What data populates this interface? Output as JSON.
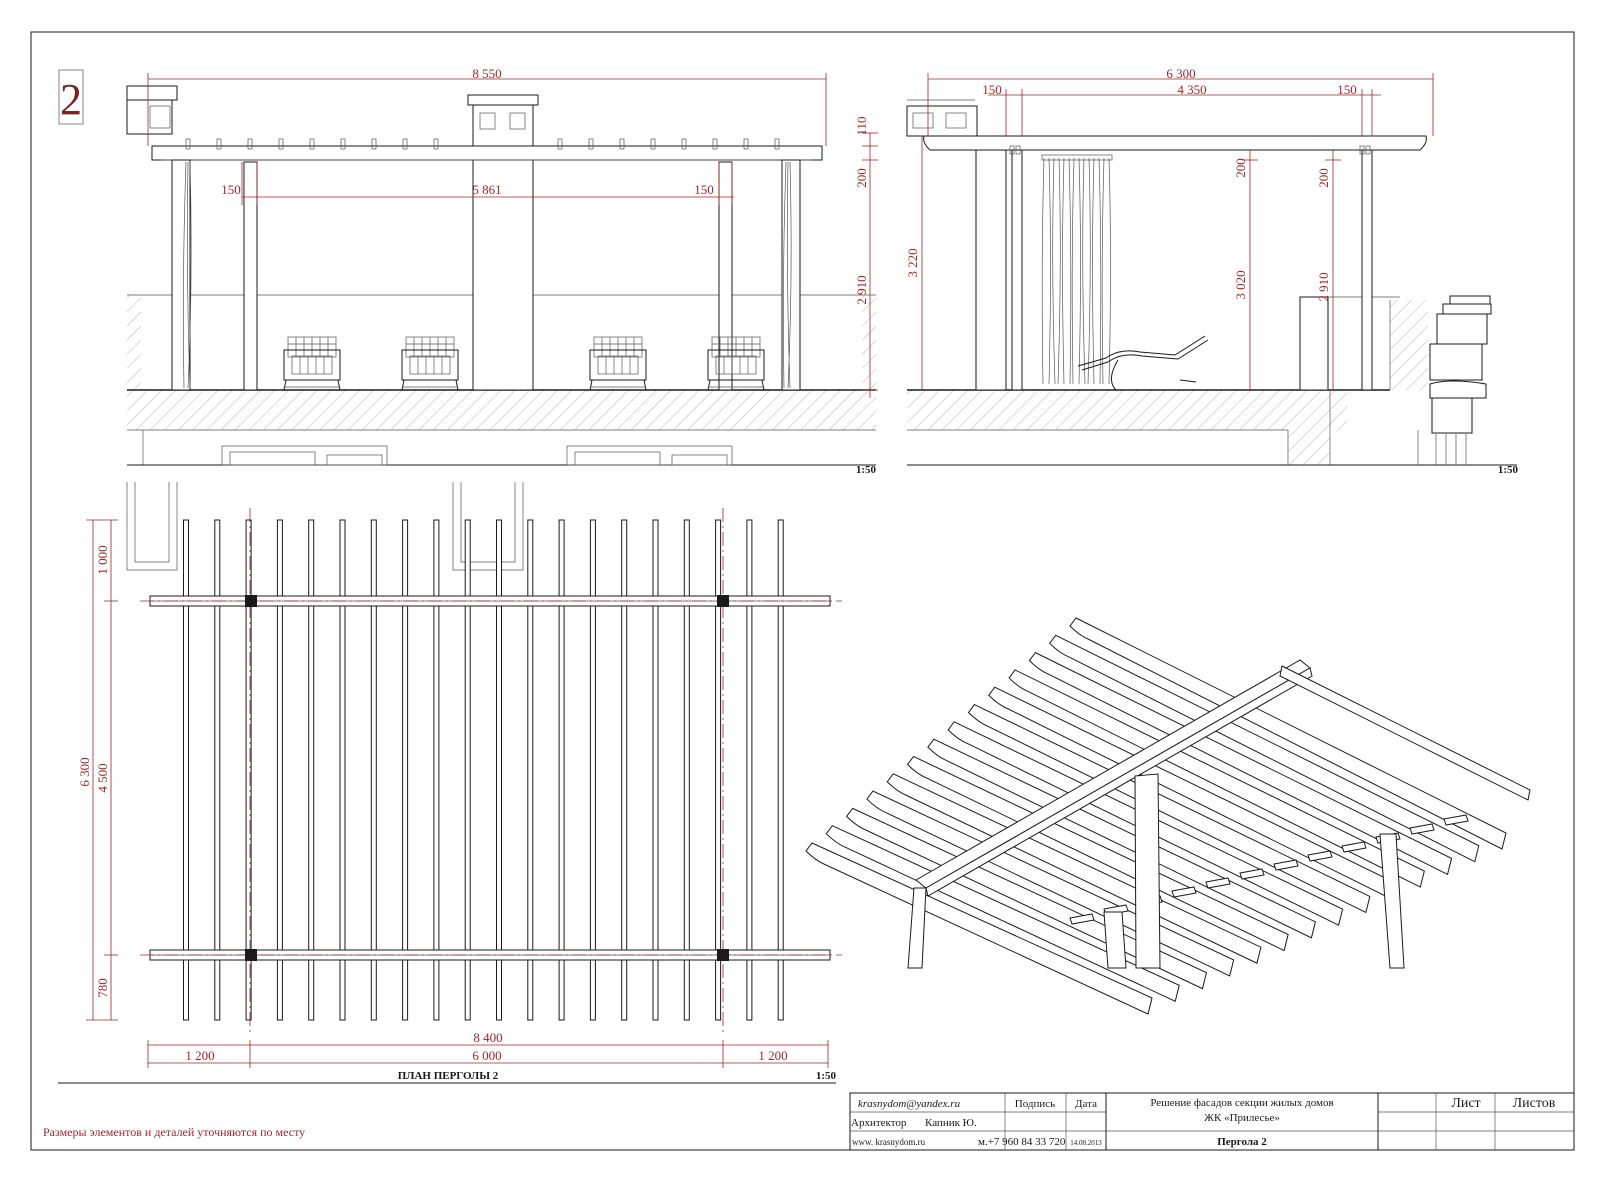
{
  "sheet": {
    "number": "2",
    "note": "Размеры элементов и деталей уточняются по месту"
  },
  "front_elevation": {
    "scale": "1:50",
    "dims": {
      "overall": "8 550",
      "inner": "5 861",
      "left_post": "150",
      "right_post": "150",
      "top_beam": "110",
      "beam_depth": "200",
      "post_height": "2 910"
    }
  },
  "side_elevation": {
    "scale": "1:50",
    "dims": {
      "overall": "6 300",
      "inner": "4 350",
      "left_overhang": "150",
      "right_overhang": "150",
      "total_height": "3 220",
      "beam_a": "200",
      "mid_height": "3 020",
      "beam_b": "200",
      "post_height": "2 910"
    }
  },
  "plan": {
    "title": "ПЛАН ПЕРГОЛЫ 2",
    "scale": "1:50",
    "dims": {
      "overall_width": "8 400",
      "span": "6 000",
      "left_overhang": "1 200",
      "right_overhang": "1 200",
      "top_overhang": "1 000",
      "overall_depth": "6 300",
      "mid_depth": "4 500",
      "bottom_overhang": "780"
    }
  },
  "title_block": {
    "email": "krasnydom@yandex.ru",
    "signature_label": "Подпись",
    "date_label": "Дата",
    "role_label": "Архитектор",
    "architect": "Капник Ю.",
    "website": "www. krasnydom.ru",
    "phone": "м.+7 960 84 33 720",
    "date": "14.08.2013",
    "project_line1": "Решение фасадов секции жилых домов",
    "project_line2": "ЖК «Прилесье»",
    "drawing": "Пергола 2",
    "sheet_label": "Лист",
    "sheets_label": "Листов"
  }
}
